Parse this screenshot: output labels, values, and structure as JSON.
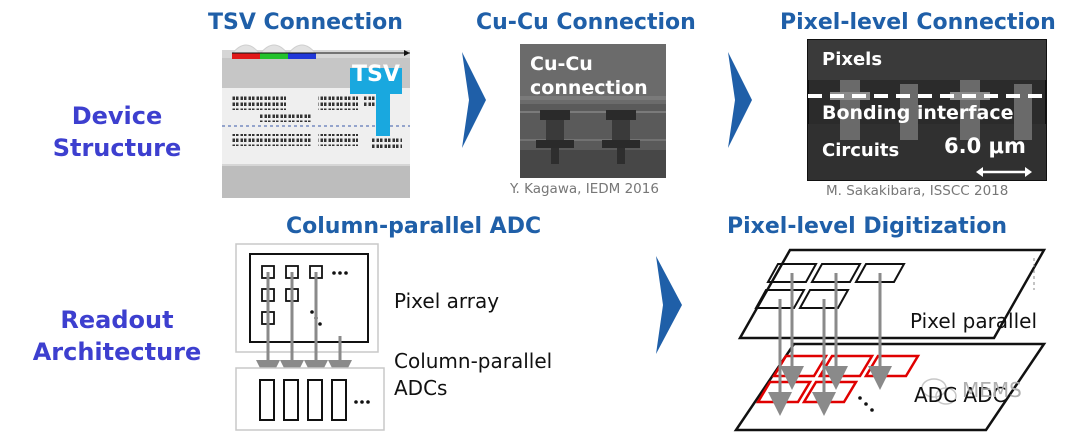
{
  "rows": {
    "device_structure": "Device\nStructure",
    "readout_architecture": "Readout\nArchitecture"
  },
  "tsv": {
    "title": "TSV Connection",
    "tsv_label": "TSV"
  },
  "cucu": {
    "title": "Cu-Cu Connection",
    "photo_label": "Cu-Cu\nconnection",
    "citation": "Y. Kagawa, IEDM 2016"
  },
  "pixel_level": {
    "title": "Pixel-level Connection",
    "pixels": "Pixels",
    "bonding": "Bonding interface",
    "circuits": "Circuits",
    "scale": "6.0 μm",
    "citation": "M. Sakakibara, ISSCC 2018"
  },
  "column_adc": {
    "title": "Column-parallel ADC",
    "pixel_array": "Pixel array",
    "adcs": "Column-parallel\nADCs",
    "ellipsis": "..."
  },
  "pixel_digitization": {
    "title": "Pixel-level Digitization",
    "pixel_parallel": "Pixel parallel",
    "adc_label": "ADC ADC",
    "watermark": "MEMS"
  },
  "colors": {
    "heading_blue": "#1f5fa8",
    "row_label_blue": "#3d3fcf",
    "arrow_blue": "#1f5fa8",
    "tsv_cyan": "#19a8df",
    "adc_red": "#e00000"
  }
}
